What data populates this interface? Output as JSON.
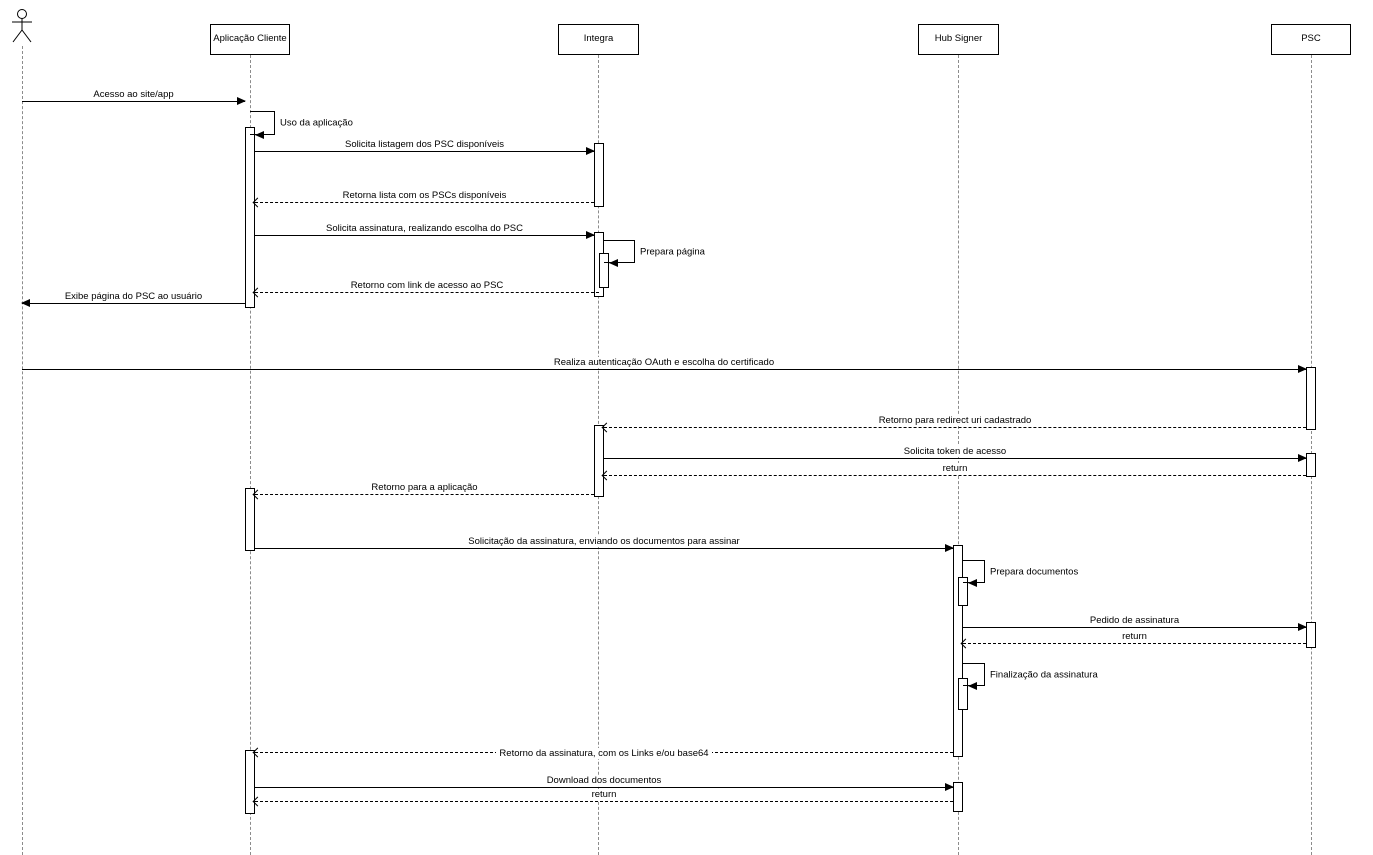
{
  "diagram": {
    "type": "uml-sequence",
    "participants": [
      {
        "id": "usuario",
        "label": "",
        "kind": "actor"
      },
      {
        "id": "aplicacao-cliente",
        "label": "Aplicação Cliente",
        "kind": "lifeline"
      },
      {
        "id": "integra",
        "label": "Integra",
        "kind": "lifeline"
      },
      {
        "id": "hub-signer",
        "label": "Hub Signer",
        "kind": "lifeline"
      },
      {
        "id": "psc",
        "label": "PSC",
        "kind": "lifeline"
      }
    ],
    "messages": [
      {
        "label": "Acesso ao site/app",
        "from": "usuario",
        "to": "aplicacao-cliente",
        "style": "solid"
      },
      {
        "label": "Uso da aplicação",
        "from": "aplicacao-cliente",
        "to": "aplicacao-cliente",
        "style": "self"
      },
      {
        "label": "Solicita listagem dos PSC disponíveis",
        "from": "aplicacao-cliente",
        "to": "integra",
        "style": "solid"
      },
      {
        "label": "Retorna lista com os PSCs disponíveis",
        "from": "integra",
        "to": "aplicacao-cliente",
        "style": "dashed"
      },
      {
        "label": "Solicita assinatura, realizando escolha do PSC",
        "from": "aplicacao-cliente",
        "to": "integra",
        "style": "solid"
      },
      {
        "label": "Prepara página",
        "from": "integra",
        "to": "integra",
        "style": "self"
      },
      {
        "label": "Retorno com link de acesso ao PSC",
        "from": "integra",
        "to": "aplicacao-cliente",
        "style": "dashed"
      },
      {
        "label": "Exibe página do PSC ao usuário",
        "from": "aplicacao-cliente",
        "to": "usuario",
        "style": "solid"
      },
      {
        "label": "Realiza autenticação OAuth e escolha do certificado",
        "from": "usuario",
        "to": "psc",
        "style": "solid"
      },
      {
        "label": "Retorno para redirect uri cadastrado",
        "from": "psc",
        "to": "integra",
        "style": "dashed"
      },
      {
        "label": "Solicita token de acesso",
        "from": "integra",
        "to": "psc",
        "style": "solid"
      },
      {
        "label": "return",
        "from": "psc",
        "to": "integra",
        "style": "dashed"
      },
      {
        "label": "Retorno para a aplicação",
        "from": "integra",
        "to": "aplicacao-cliente",
        "style": "dashed"
      },
      {
        "label": "Solicitação da assinatura, enviando os documentos para assinar",
        "from": "aplicacao-cliente",
        "to": "hub-signer",
        "style": "solid"
      },
      {
        "label": "Prepara documentos",
        "from": "hub-signer",
        "to": "hub-signer",
        "style": "self"
      },
      {
        "label": "Pedido de assinatura",
        "from": "hub-signer",
        "to": "psc",
        "style": "solid"
      },
      {
        "label": "return",
        "from": "psc",
        "to": "hub-signer",
        "style": "dashed"
      },
      {
        "label": "Finalização da assinatura",
        "from": "hub-signer",
        "to": "hub-signer",
        "style": "self"
      },
      {
        "label": "Retorno da assinatura, com os Links e/ou base64",
        "from": "hub-signer",
        "to": "aplicacao-cliente",
        "style": "dashed"
      },
      {
        "label": "Download dos documentos",
        "from": "aplicacao-cliente",
        "to": "hub-signer",
        "style": "solid"
      },
      {
        "label": "return",
        "from": "hub-signer",
        "to": "aplicacao-cliente",
        "style": "dashed"
      }
    ],
    "colors": {
      "line": "#000000",
      "lifeline": "#8c8c8c",
      "background": "#ffffff",
      "box_fill": "#ffffff"
    }
  }
}
